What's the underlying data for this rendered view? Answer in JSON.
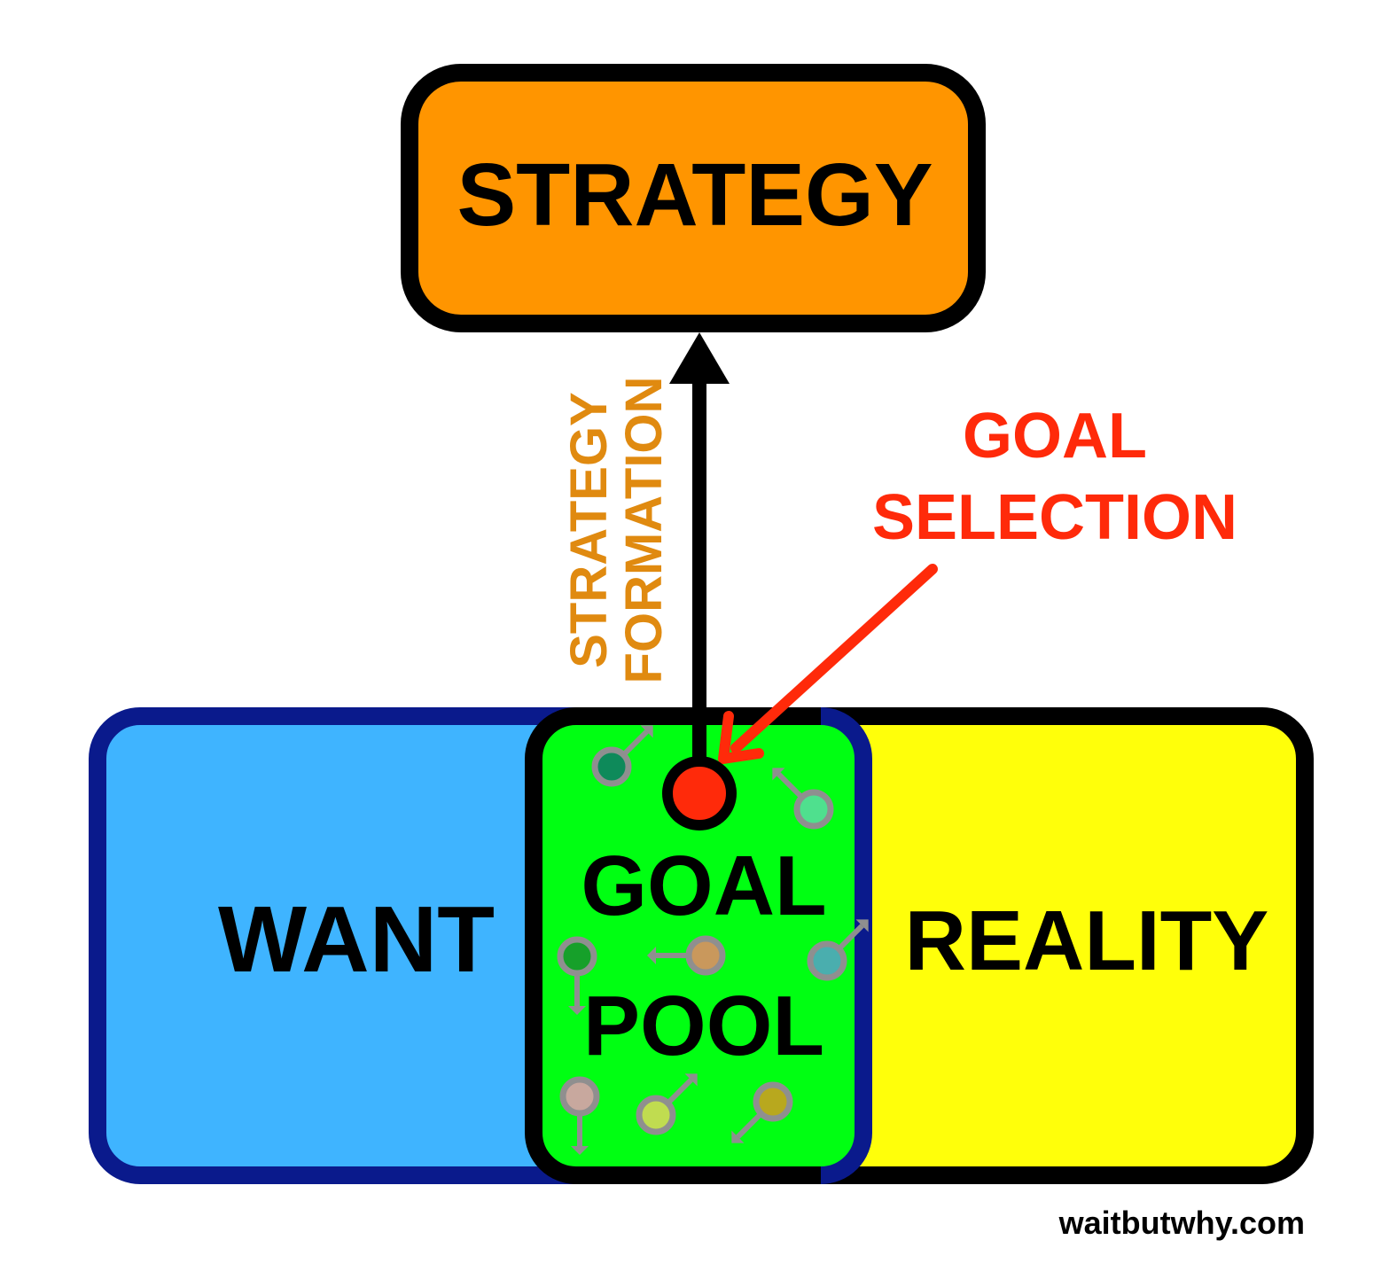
{
  "labels": {
    "strategy": "STRATEGY",
    "strategy_formation_line1": "STRATEGY",
    "strategy_formation_line2": "FORMATION",
    "goal_selection_line1": "GOAL",
    "goal_selection_line2": "SELECTION",
    "want": "WANT",
    "goal_pool_line1": "GOAL",
    "goal_pool_line2": "POOL",
    "reality": "REALITY",
    "watermark": "waitbutwhy.com"
  },
  "colors": {
    "strategy_box": "#ff9500",
    "want_box": "#3fb4ff",
    "want_border": "#0a1a8c",
    "reality_box": "#ffff0a",
    "goal_pool_box": "#00ff12",
    "selection_red": "#ff2a0a",
    "formation_orange": "#e08a10",
    "outline": "#000000",
    "goal_ring": "#8f8f8f"
  },
  "goal_dots": [
    {
      "color": "#0e8a5a",
      "direction": "up-right"
    },
    {
      "color": "#4fe08e",
      "direction": "up-left"
    },
    {
      "color": "#16a02a",
      "direction": "down"
    },
    {
      "color": "#c9985c",
      "direction": "left"
    },
    {
      "color": "#4aaeae",
      "direction": "up-right"
    },
    {
      "color": "#c8a89e",
      "direction": "down"
    },
    {
      "color": "#c0dc50",
      "direction": "up-right"
    },
    {
      "color": "#b8a81e",
      "direction": "down-left"
    }
  ]
}
